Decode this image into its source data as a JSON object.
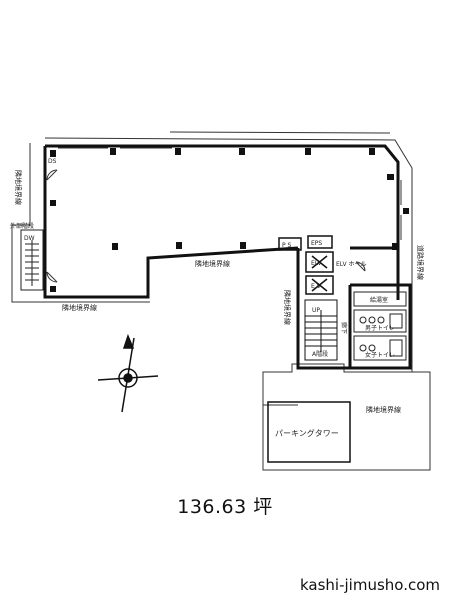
{
  "plan": {
    "labels": {
      "boundary_left": "隣地境界線",
      "boundary_left_bottom": "隣地境界線",
      "boundary_center": "隣地境界線",
      "boundary_core": "隣地境界線",
      "boundary_right": "道路境界線",
      "boundary_bottom": "隣地境界線",
      "parking_tower": "パーキングタワー",
      "ps": "P S",
      "eps": "EPS",
      "elv1": "ELV",
      "elv2": "E.V",
      "elv_hall": "ELV\nホール",
      "up": "UP",
      "stair_note": "A階段",
      "corridor": "廊下",
      "kitchen": "給湯室",
      "mens_wc": "男子トイレ",
      "womens_wc": "女子トイレ",
      "ds": "DS",
      "dw": "DW",
      "left_stair_note": "外部階段"
    }
  },
  "area": {
    "label": "136.63 坪"
  },
  "footer": {
    "url": "kashi-jimusho.com"
  }
}
